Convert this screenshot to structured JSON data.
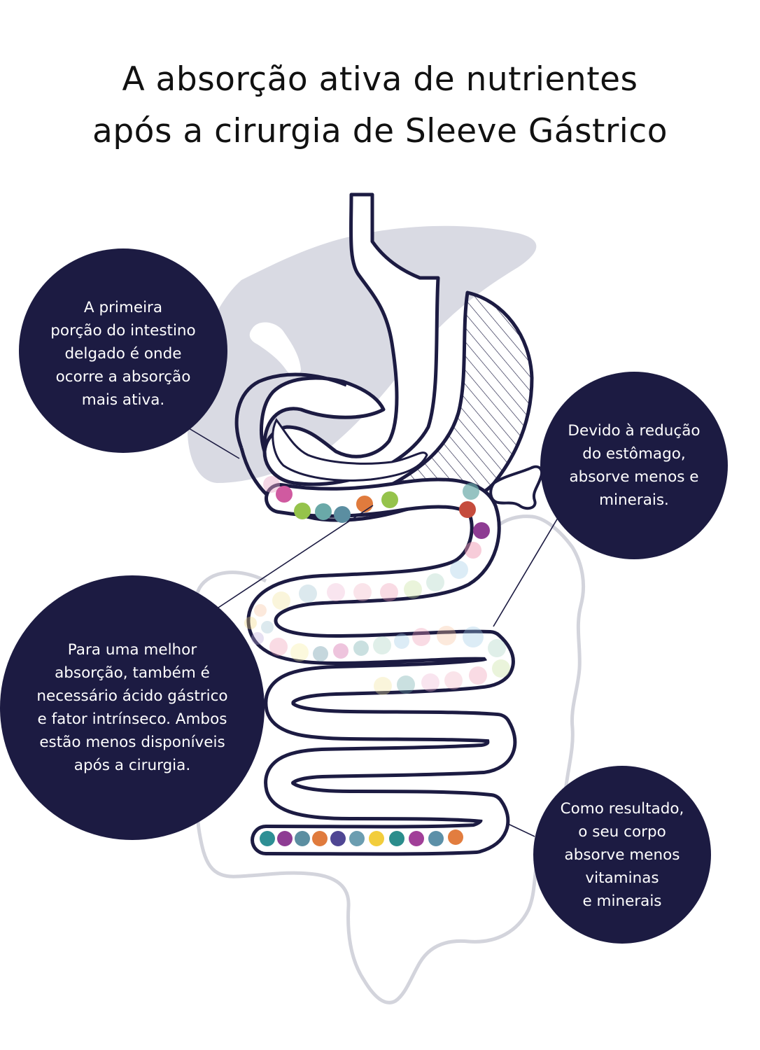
{
  "title": {
    "line1": "A absorção ativa de nutrientes",
    "line2": "após a cirurgia de Sleeve Gástrico"
  },
  "callouts": [
    {
      "lines": [
        "A primeira",
        "porção do intestino",
        "delgado é onde",
        "ocorre a absorção",
        "mais ativa."
      ]
    },
    {
      "lines": [
        "Devido à redução",
        "do estômago,",
        "absorve menos e",
        "minerais."
      ]
    },
    {
      "lines": [
        "Para uma melhor",
        "absorção, também é",
        "necessário ácido gástrico",
        "e fator intrínseco. Ambos",
        "estão menos disponíveis",
        "após a cirurgia."
      ]
    },
    {
      "lines": [
        "Como resultado,",
        "o seu corpo",
        "absorve menos",
        "vitaminas",
        "e minerais"
      ]
    }
  ],
  "colors": {
    "callout_bg": "#1c1b42",
    "outline": "#1c1b42",
    "liver": "#d9dae3",
    "colon": "#d3d4dc",
    "nutrients": [
      "#2e8f94",
      "#8e3c93",
      "#5b8ea1",
      "#e07b3d",
      "#4f4693",
      "#6b9db0",
      "#f2cd3c",
      "#2b8d8c",
      "#a13f98",
      "#5c90a8",
      "#e27d3f",
      "#d05aa0",
      "#95c34b",
      "#c54c3d",
      "#6aa9a8",
      "#ef9ab4"
    ]
  }
}
